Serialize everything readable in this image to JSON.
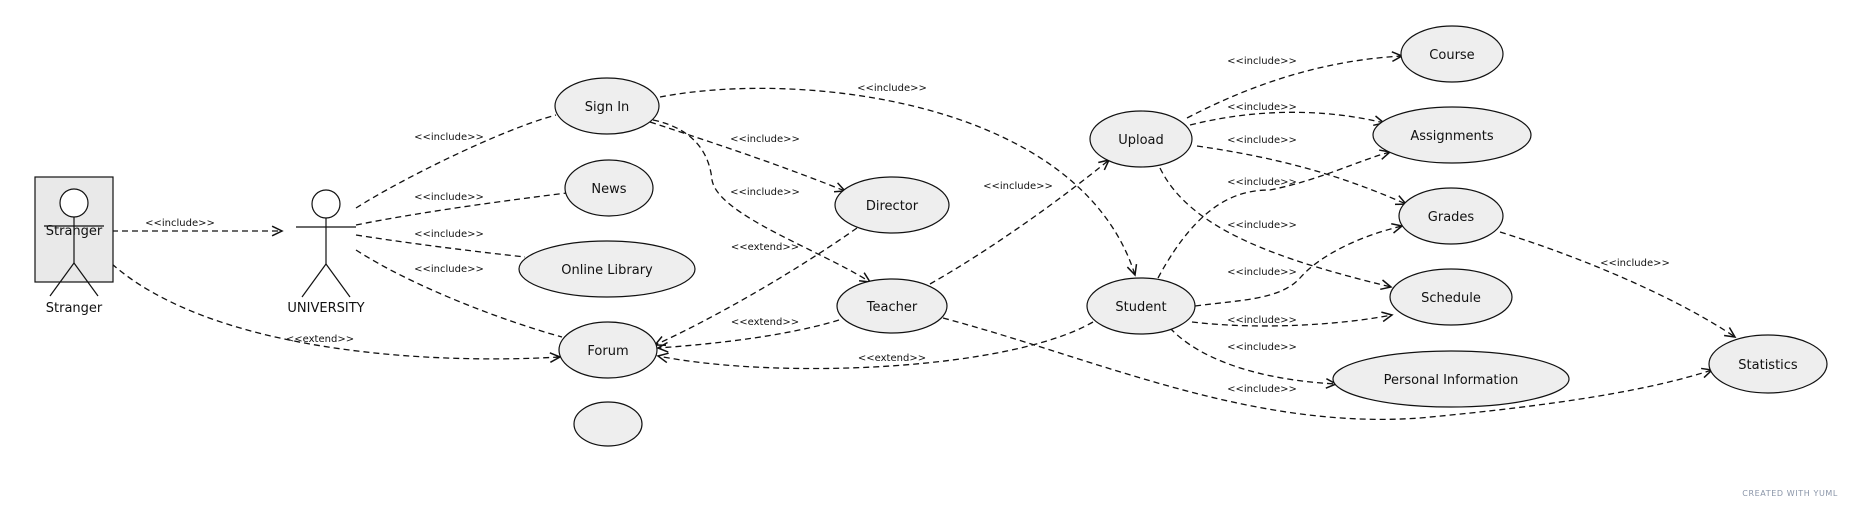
{
  "diagram": {
    "actors": [
      {
        "id": "stranger",
        "name": "Stranger",
        "boxed": true
      },
      {
        "id": "university",
        "name": "UNIVERSITY",
        "boxed": false
      }
    ],
    "use_cases": [
      {
        "id": "signin",
        "name": "Sign In"
      },
      {
        "id": "news",
        "name": "News"
      },
      {
        "id": "library",
        "name": "Online Library"
      },
      {
        "id": "forum",
        "name": "Forum"
      },
      {
        "id": "blank",
        "name": ""
      },
      {
        "id": "director",
        "name": "Director"
      },
      {
        "id": "teacher",
        "name": "Teacher"
      },
      {
        "id": "upload",
        "name": "Upload"
      },
      {
        "id": "student",
        "name": "Student"
      },
      {
        "id": "course",
        "name": "Course"
      },
      {
        "id": "assignments",
        "name": "Assignments"
      },
      {
        "id": "grades",
        "name": "Grades"
      },
      {
        "id": "schedule",
        "name": "Schedule"
      },
      {
        "id": "personal",
        "name": "Personal Information"
      },
      {
        "id": "statistics",
        "name": "Statistics"
      }
    ],
    "relations": [
      {
        "from": "stranger",
        "to": "university",
        "label": "<<include>>",
        "arrow": true
      },
      {
        "from": "stranger",
        "to": "forum",
        "label": "<<extend>>",
        "arrow": true
      },
      {
        "from": "university",
        "to": "signin",
        "label": "<<include>>",
        "arrow": false
      },
      {
        "from": "university",
        "to": "news",
        "label": "<<include>>",
        "arrow": false
      },
      {
        "from": "university",
        "to": "library",
        "label": "<<include>>",
        "arrow": false
      },
      {
        "from": "university",
        "to": "forum",
        "label": "<<include>>",
        "arrow": false
      },
      {
        "from": "signin",
        "to": "director",
        "label": "<<include>>",
        "arrow": true
      },
      {
        "from": "signin",
        "to": "teacher",
        "label": "<<include>>",
        "arrow": true
      },
      {
        "from": "signin",
        "to": "student",
        "label": "<<include>>",
        "arrow": true
      },
      {
        "from": "director",
        "to": "forum",
        "label": "<<extend>>",
        "arrow": true
      },
      {
        "from": "teacher",
        "to": "forum",
        "label": "<<extend>>",
        "arrow": true
      },
      {
        "from": "student",
        "to": "forum",
        "label": "<<extend>>",
        "arrow": true
      },
      {
        "from": "teacher",
        "to": "upload",
        "label": "<<include>>",
        "arrow": true
      },
      {
        "from": "teacher",
        "to": "statistics",
        "label": "<<include>>",
        "arrow": true
      },
      {
        "from": "upload",
        "to": "course",
        "label": "<<include>>",
        "arrow": true
      },
      {
        "from": "upload",
        "to": "assignments",
        "label": "<<include>>",
        "arrow": true
      },
      {
        "from": "upload",
        "to": "grades",
        "label": "<<include>>",
        "arrow": true
      },
      {
        "from": "upload",
        "to": "schedule",
        "label": "<<include>>",
        "arrow": true
      },
      {
        "from": "student",
        "to": "assignments",
        "label": "<<include>>",
        "arrow": true
      },
      {
        "from": "student",
        "to": "grades",
        "label": "<<include>>",
        "arrow": true
      },
      {
        "from": "student",
        "to": "schedule",
        "label": "<<include>>",
        "arrow": true
      },
      {
        "from": "student",
        "to": "personal",
        "label": "<<include>>",
        "arrow": true
      },
      {
        "from": "grades",
        "to": "statistics",
        "label": "<<include>>",
        "arrow": true
      }
    ]
  },
  "credit": "CREATED WITH YUML"
}
